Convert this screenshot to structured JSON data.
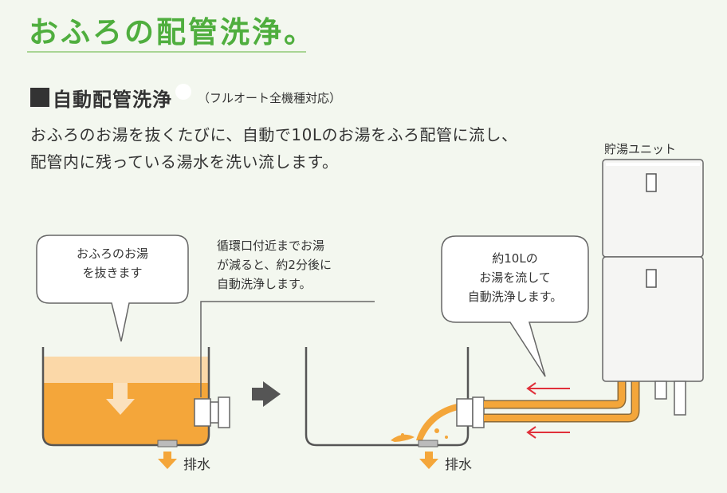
{
  "title": "おふろの配管洗浄。",
  "heading": {
    "label": "自動配管洗浄",
    "note": "（フルオート全機種対応）"
  },
  "description": [
    "おふろのお湯を抜くたびに、自動で10Lのお湯をふろ配管に流し、",
    "配管内に残っている湯水を洗い流します。"
  ],
  "bubble_left": [
    "おふろのお湯",
    "を抜きます"
  ],
  "callout_middle": [
    "循環口付近までお湯",
    "が減ると、約2分後に",
    "自動洗浄します。"
  ],
  "bubble_right": [
    "約10Lの",
    "お湯を流して",
    "自動洗浄します。"
  ],
  "tank_label": "貯湯ユニット",
  "drain_label_1": "排水",
  "drain_label_2": "排水",
  "colors": {
    "title_green": "#4fae3e",
    "water_orange": "#f4a63a",
    "arrow_red": "#e0303a",
    "outline_gray": "#555555"
  },
  "icons": [
    "down-arrow-icon",
    "right-arrow-icon",
    "left-red-arrow-icon"
  ]
}
